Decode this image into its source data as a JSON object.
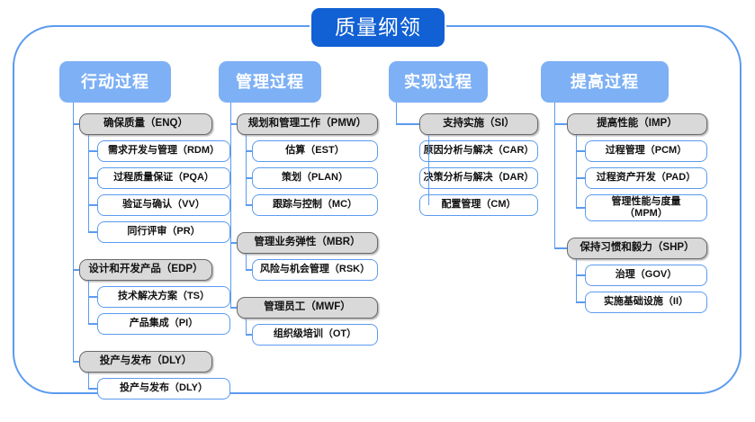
{
  "title": {
    "label": "质量纲领"
  },
  "colors": {
    "title_bg": "#1160d4",
    "header_bg": "#7db0f5",
    "group_bg": "#d9d9d9",
    "group_border": "#6b6b6b",
    "leaf_border": "#5b9bf0",
    "frame_border": "#5b9bf0",
    "connector": "#5b9bf0"
  },
  "columns": [
    {
      "header": "行动过程",
      "groups": [
        {
          "label": "确保质量（ENQ）",
          "children": [
            "需求开发与管理（RDM）",
            "过程质量保证（PQA）",
            "验证与确认（VV）",
            "同行评审（PR）"
          ]
        },
        {
          "label": "设计和开发产品（EDP）",
          "children": [
            "技术解决方案（TS）",
            "产品集成（PI）"
          ]
        },
        {
          "label": "投产与发布（DLY）",
          "children": [
            "投产与发布（DLY）"
          ]
        }
      ]
    },
    {
      "header": "管理过程",
      "groups": [
        {
          "label": "规划和管理工作（PMW）",
          "children": [
            "估算（EST）",
            "策划（PLAN）",
            "跟踪与控制（MC）"
          ]
        },
        {
          "label": "管理业务弹性（MBR）",
          "children": [
            "风险与机会管理（RSK）"
          ]
        },
        {
          "label": "管理员工（MWF）",
          "children": [
            "组织级培训（OT）"
          ]
        }
      ]
    },
    {
      "header": "实现过程",
      "groups": [
        {
          "label": "支持实施（SI）",
          "children": [
            "原因分析与解决（CAR）",
            "决策分析与解决（DAR）",
            "配置管理（CM）"
          ]
        }
      ]
    },
    {
      "header": "提高过程",
      "groups": [
        {
          "label": "提高性能（IMP）",
          "children": [
            "过程管理（PCM）",
            "过程资产开发（PAD）",
            "管理性能与度量\n（MPM）"
          ]
        },
        {
          "label": "保持习惯和毅力（SHP）",
          "children": [
            "治理（GOV）",
            "实施基础设施（II）"
          ]
        }
      ]
    }
  ]
}
